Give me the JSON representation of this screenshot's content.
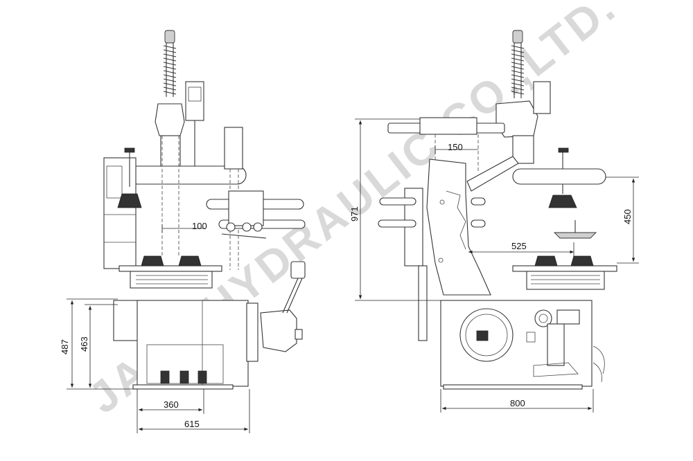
{
  "watermark": "JASH HYDRAULIC CO.,LTD.",
  "front_view": {
    "dimensions": {
      "column_offset": "100",
      "height_a": "487",
      "height_b": "463",
      "base_width": "360",
      "total_width": "615"
    }
  },
  "side_view": {
    "dimensions": {
      "arm_offset": "150",
      "total_height": "971",
      "head_travel": "450",
      "reach": "525",
      "depth": "800"
    }
  }
}
